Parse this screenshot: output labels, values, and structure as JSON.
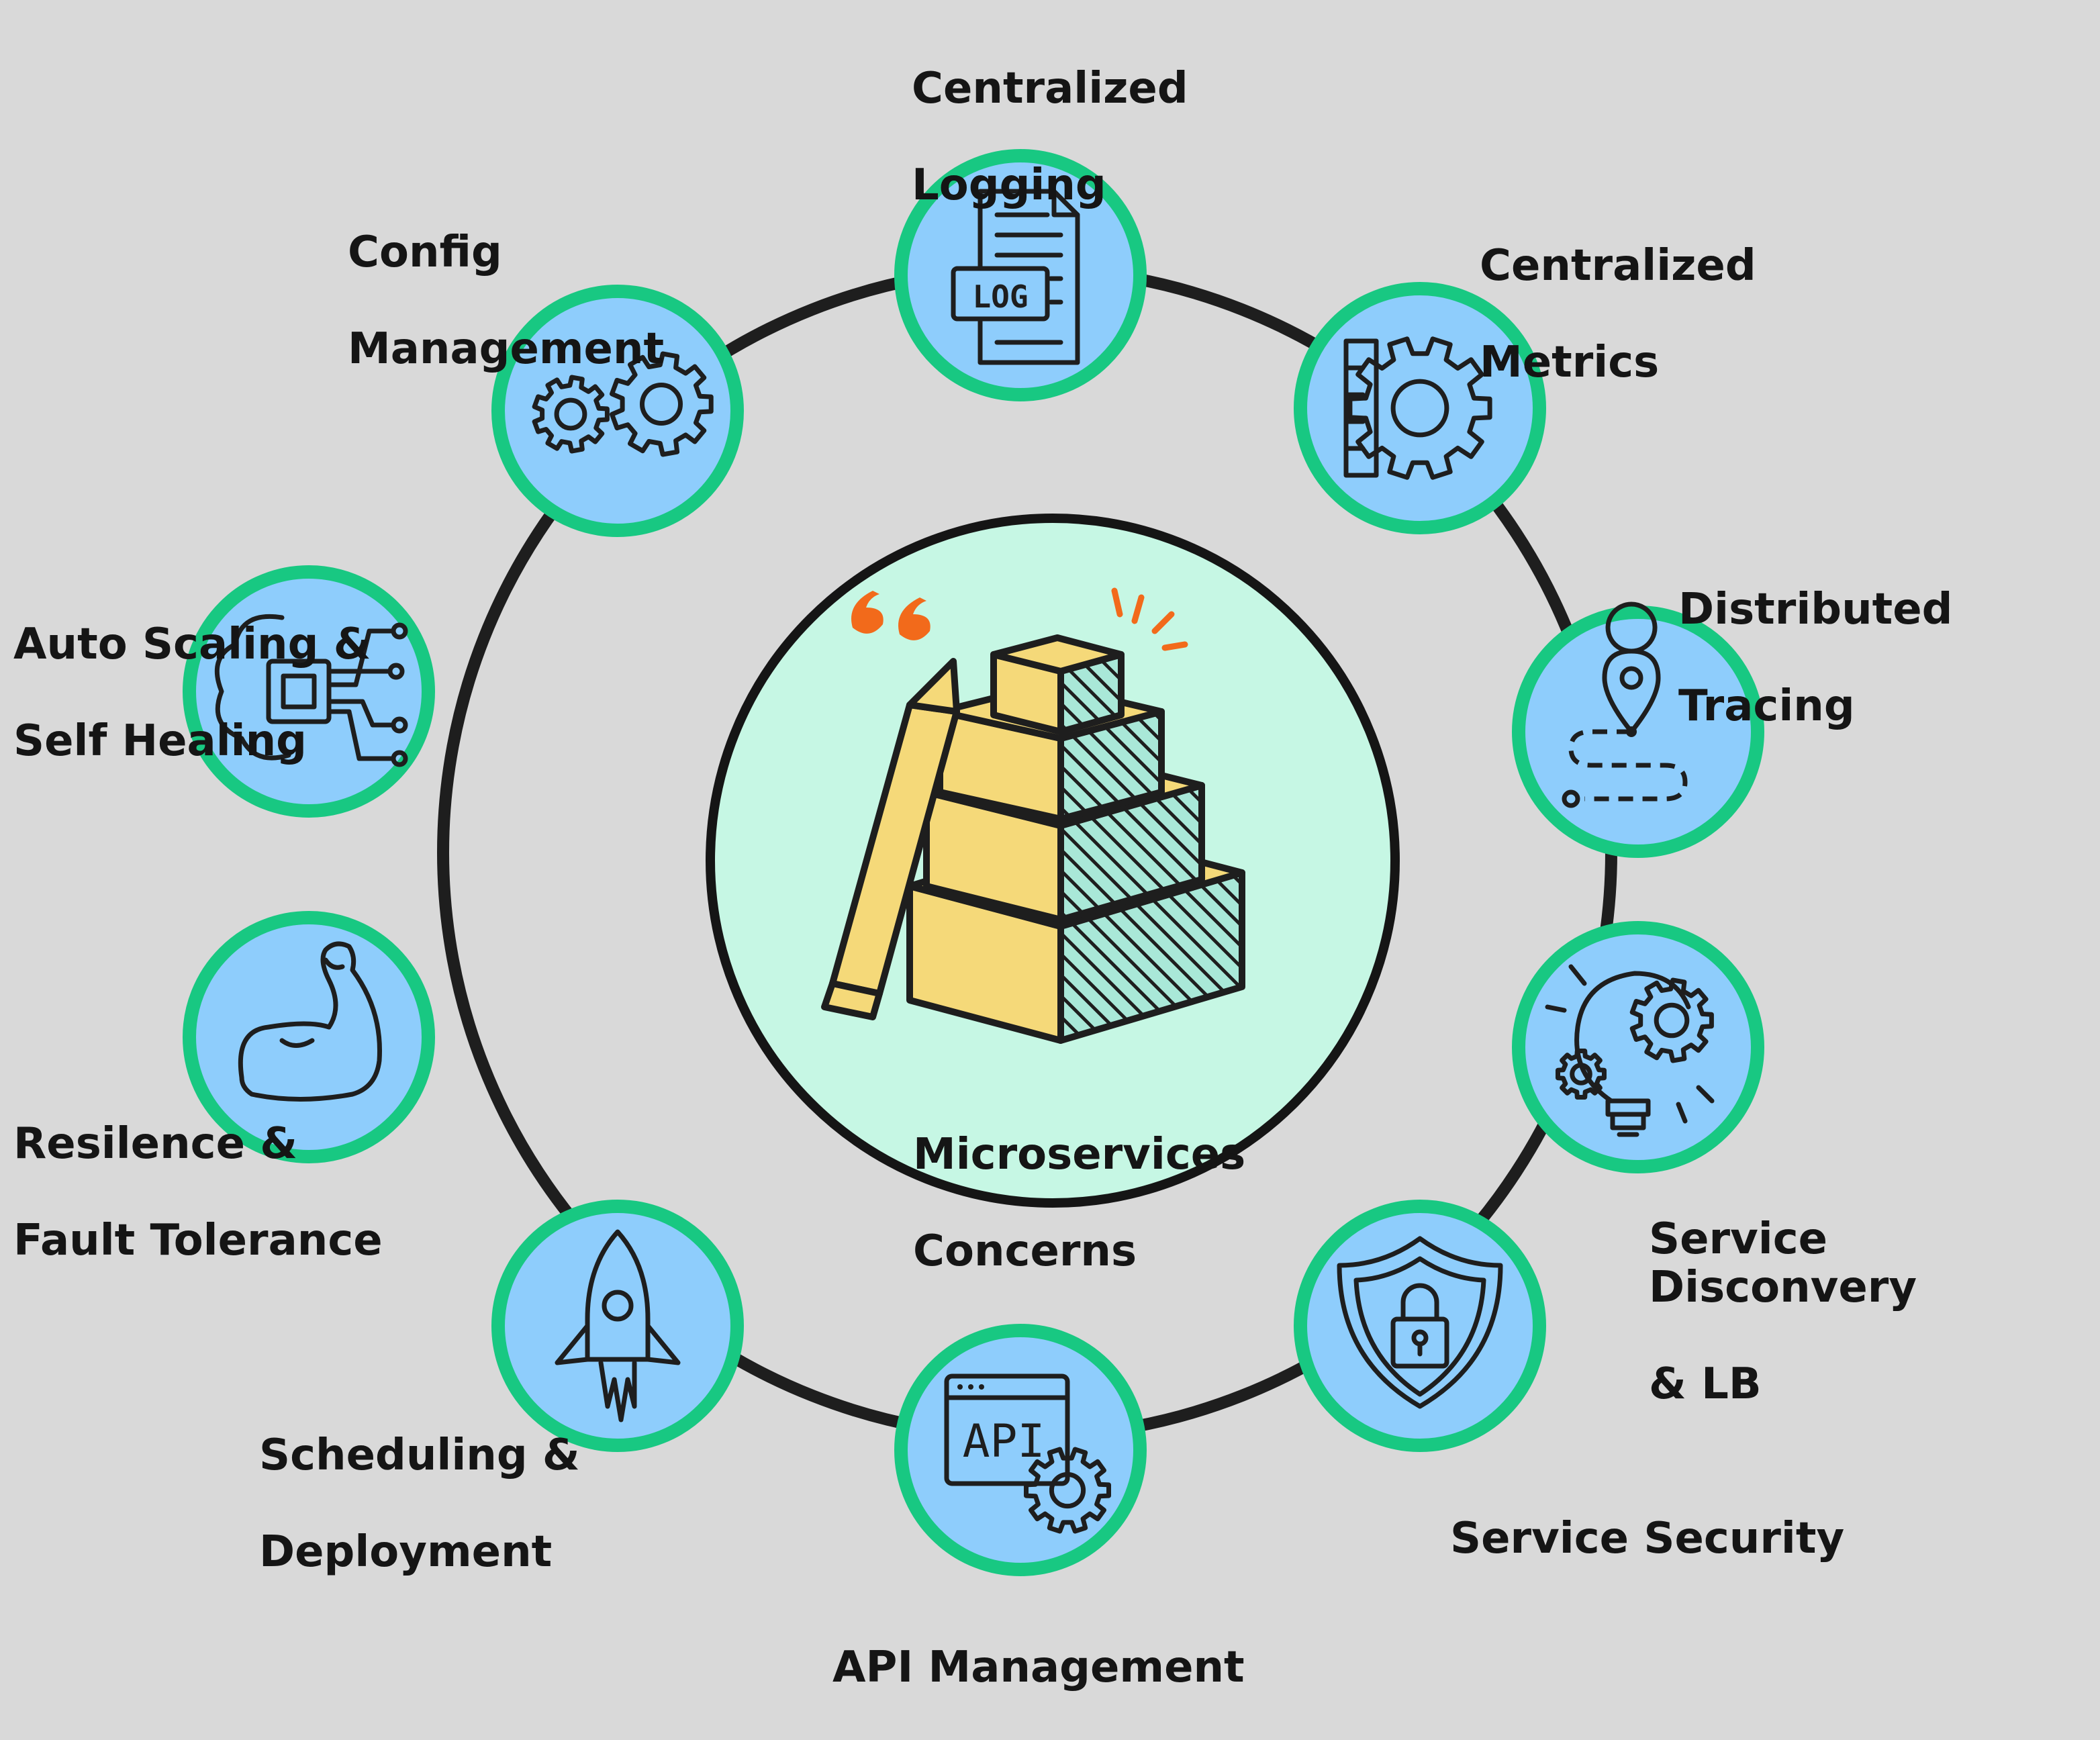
{
  "center": {
    "title_lines": [
      "Microservices",
      "Concerns"
    ]
  },
  "concerns": [
    {
      "id": "centralized-logging",
      "label_lines": [
        "Centralized",
        "Logging"
      ],
      "icon": "log-file-icon",
      "icon_text": "LOG"
    },
    {
      "id": "centralized-metrics",
      "label_lines": [
        "Centralized",
        "Metrics"
      ],
      "icon": "ruler-gear-icon"
    },
    {
      "id": "distributed-tracing",
      "label_lines": [
        "Distributed",
        "Tracing"
      ],
      "icon": "map-pin-path-icon"
    },
    {
      "id": "service-discovery",
      "label_lines": [
        "Service Disconvery",
        "& LB"
      ],
      "icon": "lightbulb-gears-icon"
    },
    {
      "id": "service-security",
      "label_lines": [
        "Service Security"
      ],
      "icon": "shield-lock-icon"
    },
    {
      "id": "api-management",
      "label_lines": [
        "API Management"
      ],
      "icon": "api-window-gear-icon",
      "icon_text": "API"
    },
    {
      "id": "scheduling-deployment",
      "label_lines": [
        "Scheduling &",
        "Deployment"
      ],
      "icon": "rocket-icon"
    },
    {
      "id": "resilience-fault-tolerance",
      "label_lines": [
        "Resilence &",
        "Fault Tolerance"
      ],
      "icon": "flexed-arm-icon"
    },
    {
      "id": "auto-scaling-self-healing",
      "label_lines": [
        "Auto Scaling &",
        "Self Healing"
      ],
      "icon": "brain-chip-icon"
    },
    {
      "id": "config-management",
      "label_lines": [
        "Config",
        "Management"
      ],
      "icon": "two-gears-icon"
    }
  ],
  "colors": {
    "background": "#d9d9d9",
    "node_fill": "#8ecdfc",
    "node_border": "#18c882",
    "center_fill": "#c6f7e4",
    "ring": "#1e1e1e",
    "blocks": "#f5d979",
    "accent": "#f26a1b"
  }
}
